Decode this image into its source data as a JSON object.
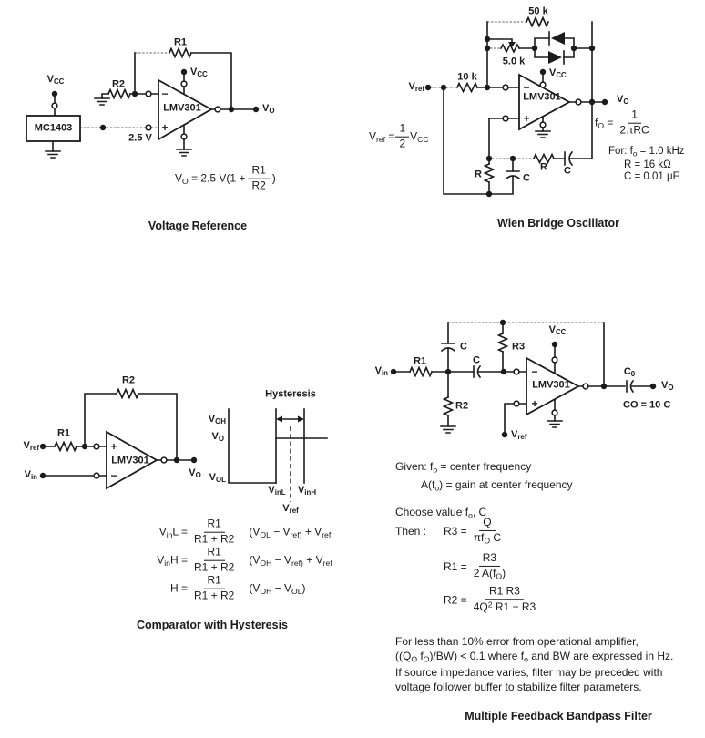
{
  "voltage_reference": {
    "labels": {
      "vcc_input": [
        {
          "t": "V"
        },
        {
          "s": "CC"
        }
      ],
      "block": "MC1403",
      "r2": "R2",
      "r1": "R1",
      "vcc_pin": [
        {
          "t": "V"
        },
        {
          "s": "CC"
        }
      ],
      "minus": "−",
      "plus": "+",
      "device": "LMV301",
      "ref_out": "2.5 V",
      "vo": [
        {
          "t": "V"
        },
        {
          "s": "O"
        }
      ]
    },
    "formula": {
      "lhs": [
        {
          "t": "V"
        },
        {
          "s": "O"
        },
        {
          "t": " = 2.5 V(1 + "
        }
      ],
      "num": "R1",
      "den": "R2",
      "close": ")"
    },
    "caption": "Voltage Reference"
  },
  "wien": {
    "labels": {
      "r50": "50 k",
      "r5": "5.0 k",
      "r10": "10 k",
      "vref": [
        {
          "t": "V"
        },
        {
          "s": "ref"
        }
      ],
      "vcc": [
        {
          "t": "V"
        },
        {
          "s": "CC"
        }
      ],
      "device": "LMV301",
      "minus": "−",
      "plus": "+",
      "r_series": "R",
      "c_series": "C",
      "r_shunt": "R",
      "c_shunt": "C",
      "vo": [
        {
          "t": "V"
        },
        {
          "s": "O"
        }
      ]
    },
    "vref_formula": {
      "lhs": [
        {
          "t": "V"
        },
        {
          "s": "ref"
        },
        {
          "t": " = "
        }
      ],
      "num": "1",
      "den": "2",
      "rhs": [
        {
          "t": "V"
        },
        {
          "s": "CC"
        }
      ]
    },
    "fo_formula": {
      "lhs": [
        {
          "t": "f"
        },
        {
          "s": "O"
        },
        {
          "t": " = "
        }
      ],
      "num": "1",
      "den": "2πRC"
    },
    "conditions": {
      "l1": [
        {
          "t": "For: f"
        },
        {
          "s": "o"
        },
        {
          "t": " = 1.0 kHz"
        }
      ],
      "l2": "R = 16 kΩ",
      "l3": "C = 0.01 μF"
    },
    "caption": "Wien Bridge Oscillator"
  },
  "comparator": {
    "labels": {
      "vref": [
        {
          "t": "V"
        },
        {
          "s": "ref"
        }
      ],
      "vin": [
        {
          "t": "V"
        },
        {
          "s": "in"
        }
      ],
      "r1": "R1",
      "r2": "R2",
      "device": "LMV301",
      "plus": "+",
      "minus": "−",
      "vo": [
        {
          "t": "V"
        },
        {
          "s": "O"
        }
      ]
    },
    "graph": {
      "title": "Hysteresis",
      "voh": [
        {
          "t": "V"
        },
        {
          "s": "OH"
        }
      ],
      "vo": [
        {
          "t": "V"
        },
        {
          "s": "O"
        }
      ],
      "vol": [
        {
          "t": "V"
        },
        {
          "s": "OL"
        }
      ],
      "vinl": [
        {
          "t": "V"
        },
        {
          "s": "inL"
        }
      ],
      "vinh": [
        {
          "t": "V"
        },
        {
          "s": "inH"
        }
      ],
      "vref": [
        {
          "t": "V"
        },
        {
          "s": "ref"
        }
      ]
    },
    "formulas": {
      "row1": {
        "lhs": [
          {
            "t": "V"
          },
          {
            "s": "in"
          },
          {
            "t": "L = "
          }
        ],
        "num": "R1",
        "den": "R1 + R2",
        "rest": [
          {
            "t": "(V"
          },
          {
            "s": "OL"
          },
          {
            "t": " − V"
          },
          {
            "s": "ref)"
          },
          {
            "t": " + V"
          },
          {
            "s": "ref"
          }
        ]
      },
      "row2": {
        "lhs": [
          {
            "t": "V"
          },
          {
            "s": "in"
          },
          {
            "t": "H = "
          }
        ],
        "num": "R1",
        "den": "R1 + R2",
        "rest": [
          {
            "t": "(V"
          },
          {
            "s": "OH"
          },
          {
            "t": " − V"
          },
          {
            "s": "ref)"
          },
          {
            "t": " + V"
          },
          {
            "s": "ref"
          }
        ]
      },
      "row3": {
        "lhs": [
          {
            "t": "H = "
          }
        ],
        "num": "R1",
        "den": "R1 + R2",
        "rest": [
          {
            "t": "(V"
          },
          {
            "s": "OH"
          },
          {
            "t": " − V"
          },
          {
            "s": "OL"
          },
          {
            "t": ")"
          }
        ]
      }
    },
    "caption": "Comparator with Hysteresis"
  },
  "filter": {
    "labels": {
      "vin": [
        {
          "t": "V"
        },
        {
          "s": "in"
        }
      ],
      "r1": "R1",
      "r2": "R2",
      "r3": "R3",
      "c_top": "C",
      "c_series": "C",
      "vcc": [
        {
          "t": "V"
        },
        {
          "s": "CC"
        }
      ],
      "device": "LMV301",
      "minus": "−",
      "plus": "+",
      "vref": [
        {
          "t": "V"
        },
        {
          "s": "ref"
        }
      ],
      "c0": [
        {
          "t": "C"
        },
        {
          "s": "0"
        }
      ],
      "vo": [
        {
          "t": "V"
        },
        {
          "s": "O"
        }
      ],
      "co_note": "CO = 10 C"
    },
    "given": {
      "l1": [
        {
          "t": "Given: f"
        },
        {
          "s": "o"
        },
        {
          "t": " =  center frequency"
        }
      ],
      "l2": [
        {
          "t": "A(f"
        },
        {
          "s": "o"
        },
        {
          "t": ") =  gain at center frequency"
        }
      ]
    },
    "choose": [
      {
        "t": "Choose value f"
      },
      {
        "s": "o"
      },
      {
        "t": ", C"
      }
    ],
    "then_label": "Then :",
    "eq_r3": {
      "lhs": "R3 = ",
      "num": "Q",
      "den": [
        {
          "t": "πf"
        },
        {
          "s": "O"
        },
        {
          "t": " C"
        }
      ]
    },
    "eq_r1": {
      "lhs": "R1 = ",
      "num": "R3",
      "den": [
        {
          "t": "2 A(f"
        },
        {
          "s": "O"
        },
        {
          "t": ")"
        }
      ]
    },
    "eq_r2": {
      "lhs": "R2 = ",
      "num": "R1 R3",
      "den": [
        {
          "t": "4Q"
        },
        {
          "p": "2"
        },
        {
          "t": " R1 − R3"
        }
      ]
    },
    "note": {
      "l1": "For less than 10% error from operational amplifier,",
      "l2": [
        {
          "t": "((Q"
        },
        {
          "s": "O"
        },
        {
          "t": " f"
        },
        {
          "s": "O"
        },
        {
          "t": ")/BW) < 0.1 where f"
        },
        {
          "s": "o"
        },
        {
          "t": " and BW are expressed in Hz."
        }
      ],
      "l3": "If source impedance varies, filter may be preceded with",
      "l4": "voltage follower buffer to stabilize filter parameters."
    },
    "caption": "Multiple Feedback Bandpass Filter"
  }
}
